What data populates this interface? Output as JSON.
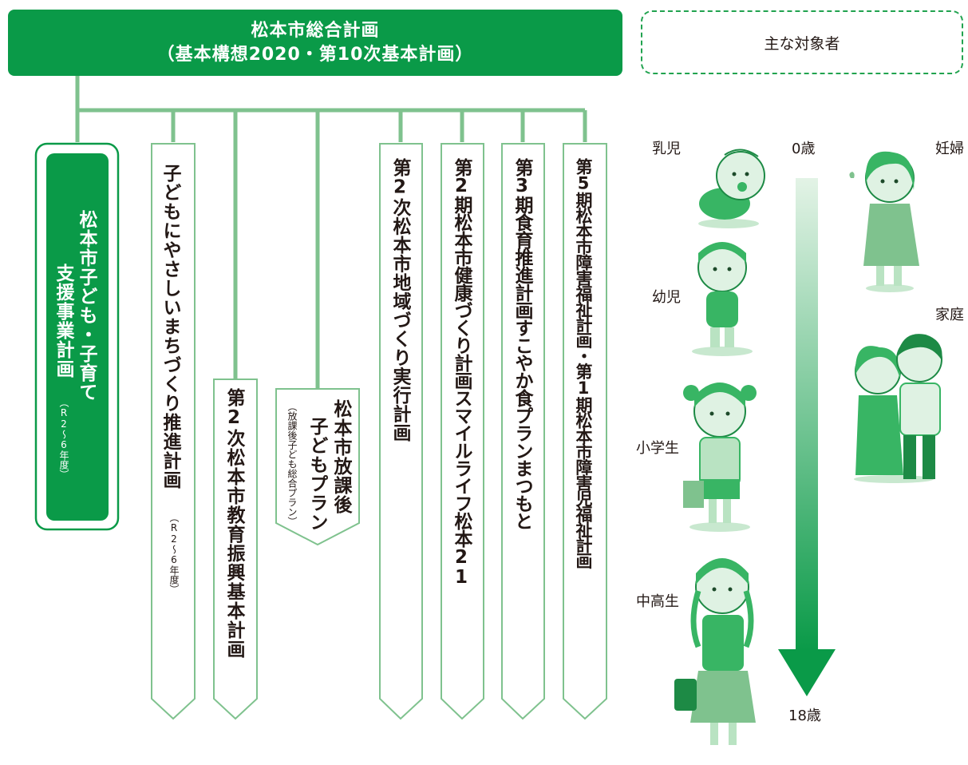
{
  "master_plan": {
    "line1": "松本市総合計画",
    "line2": "（基本構想2020・第10次基本計画）"
  },
  "target_box": {
    "label": "主な対象者"
  },
  "plans": [
    {
      "title_col1": "松本市子ども・子育て",
      "title_col2": "支援事業計画",
      "note": "（R2～6年度）"
    },
    {
      "title": "子どもにやさしいまちづくり推進計画",
      "note": "（R2～6年度）"
    },
    {
      "title": "第2次松本市教育振興基本計画"
    },
    {
      "title_col1": "松本市放課後",
      "title_col2": "子どもプラン",
      "note": "（放課後子ども総合プラン）"
    },
    {
      "title": "第2次松本市地域づくり実行計画"
    },
    {
      "title": "第2期松本市健康づくり計画スマイルライフ松本21"
    },
    {
      "title": "第3期食育推進計画すこやか食プランまつもと"
    },
    {
      "title_col1": "第5期松本市障害福祉計画・第1期松本市障害児福祉計画"
    }
  ],
  "ages": {
    "start": "0歳",
    "end": "18歳"
  },
  "age_groups": [
    "乳児",
    "幼児",
    "小学生",
    "中高生"
  ],
  "other_groups": [
    "妊婦",
    "家庭"
  ],
  "icons": {
    "infant": "infant-figure-icon",
    "toddler": "toddler-figure-icon",
    "schoolchild": "schoolchild-figure-icon",
    "student": "student-figure-icon",
    "pregnant": "pregnant-woman-icon",
    "family": "couple-icon",
    "arrow": "down-arrow-icon"
  },
  "colors": {
    "primary_green": "#0a9a48",
    "line_green": "#7fc28e",
    "figure_green": "#38b564",
    "figure_light": "#b9e3c2"
  }
}
